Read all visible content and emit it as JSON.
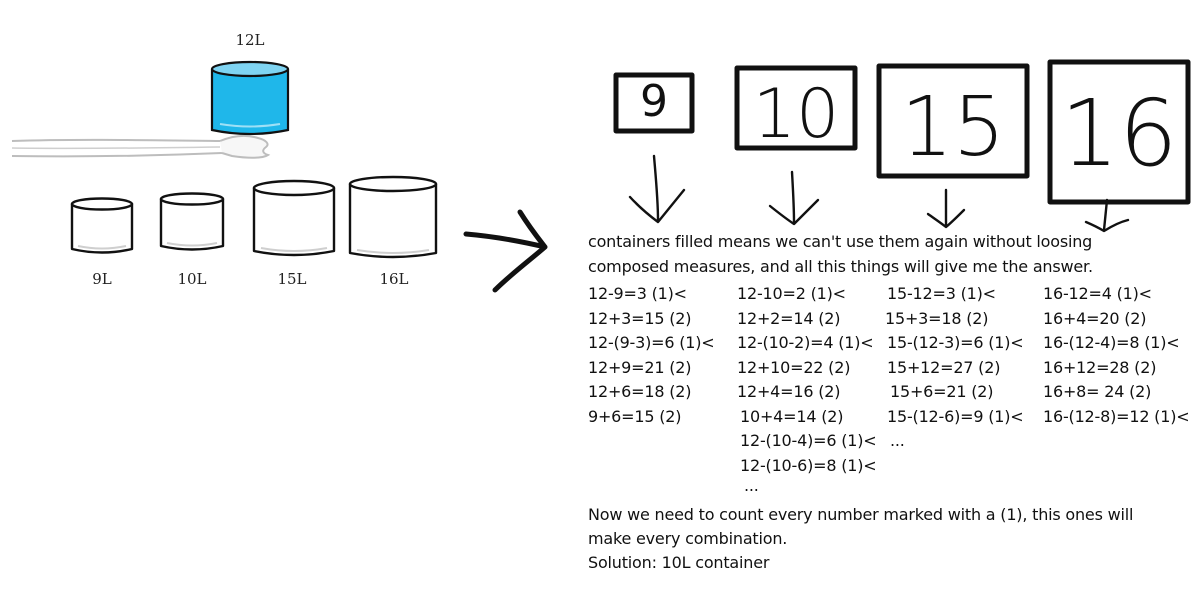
{
  "left_scene": {
    "top_container_label": "12L",
    "top_container_water_color": "#1FB7EA",
    "containers": [
      {
        "label": "9L"
      },
      {
        "label": "10L"
      },
      {
        "label": "15L"
      },
      {
        "label": "16L"
      }
    ]
  },
  "boxes": [
    {
      "number": "9"
    },
    {
      "number": "10"
    },
    {
      "number": "15"
    },
    {
      "number": "16"
    }
  ],
  "intro_lines": [
    "containers filled means we can't use them again without loosing",
    "composed measures, and all this things will give me the answer."
  ],
  "columns": [
    [
      "12-9=3 (1)<",
      "12+3=15 (2)",
      "12-(9-3)=6 (1)<",
      "12+9=21 (2)",
      "12+6=18 (2)",
      "9+6=15 (2)"
    ],
    [
      "12-10=2 (1)<",
      "12+2=14 (2)",
      "12-(10-2)=4 (1)<",
      "12+10=22 (2)",
      "12+4=16 (2)",
      "10+4=14 (2)",
      "12-(10-4)=6 (1)<",
      "12-(10-6)=8 (1)<",
      "..."
    ],
    [
      "15-12=3 (1)<",
      "15+3=18 (2)",
      "15-(12-3)=6 (1)<",
      "15+12=27 (2)",
      "15+6=21 (2)",
      "15-(12-6)=9 (1)<",
      "..."
    ],
    [
      "16-12=4 (1)<",
      "16+4=20 (2)",
      "16-(12-4)=8 (1)<",
      "16+12=28 (2)",
      "16+8= 24 (2)",
      "16-(12-8)=12 (1)<"
    ]
  ],
  "outro_lines": [
    "Now we need to count every number marked with a (1), this ones will",
    "make every combination.",
    "Solution: 10L container"
  ]
}
